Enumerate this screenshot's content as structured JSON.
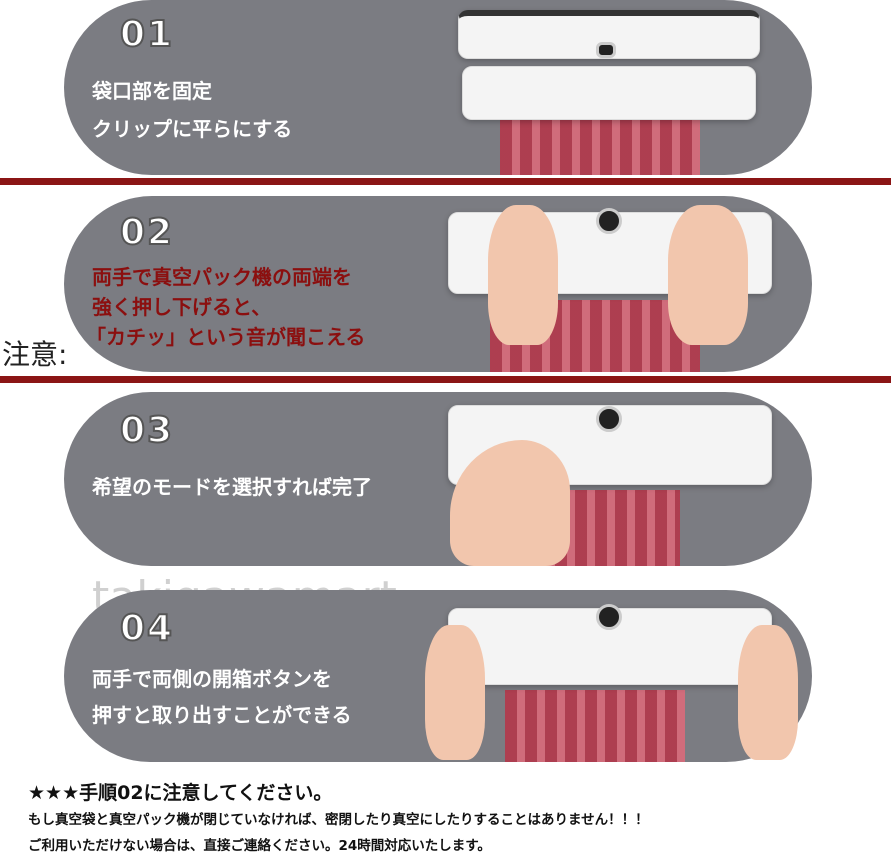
{
  "steps": [
    {
      "number": "01",
      "lines": [
        "袋口部を固定",
        "クリップに平らにする"
      ]
    },
    {
      "number": "02",
      "lines": [
        "両手で真空パック機の両端を",
        "強く押し下げると、",
        "「カチッ」という音が聞こえる"
      ]
    },
    {
      "number": "03",
      "lines": [
        "希望のモードを選択すれば完了"
      ]
    },
    {
      "number": "04",
      "lines": [
        "両手で両側の開箱ボタンを",
        "押すと取り出すことができる"
      ]
    }
  ],
  "caution_label": "注意:",
  "watermark": "takigawamart",
  "notes": {
    "heading": "★★★手順02に注意してください。",
    "line1": "もし真空袋と真空パック機が閉じていなければ、密閉したり真空にしたりすることはありません！！！",
    "line2": "ご利用いただけない場合は、直接ご連絡ください。24時間対応いたします。"
  },
  "colors": {
    "panel": "#7b7c82",
    "accent": "#8b1515"
  }
}
